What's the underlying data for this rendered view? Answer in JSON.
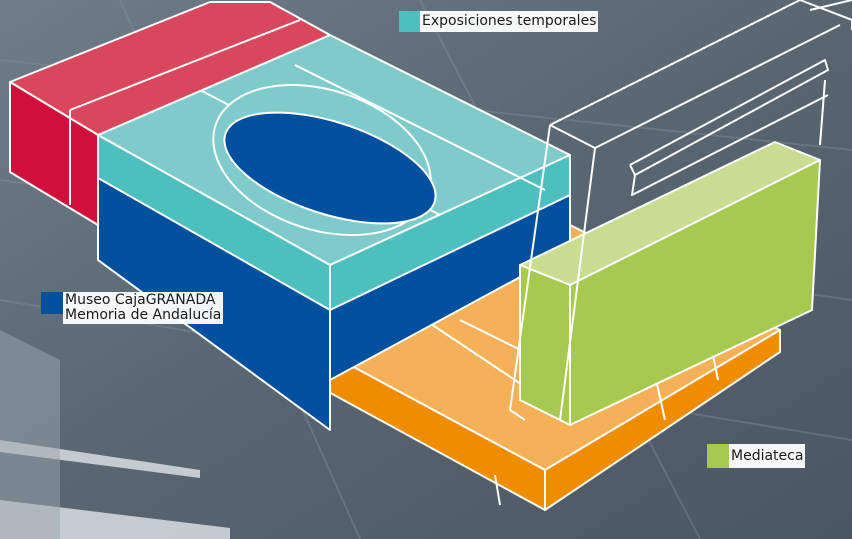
{
  "colors": {
    "exposiciones": "#4dbfbf",
    "museo": "#0050a0",
    "mediateca": "#a6c94f",
    "orange": "#f08c00",
    "red": "#d0103a",
    "outline": "#ffffff"
  },
  "legend": {
    "exposiciones_label": "Exposiciones temporales",
    "museo_line1": "Museo CajaGRANADA",
    "museo_line2": "Memoria de Andalucía",
    "mediateca_label": "Mediateca"
  }
}
